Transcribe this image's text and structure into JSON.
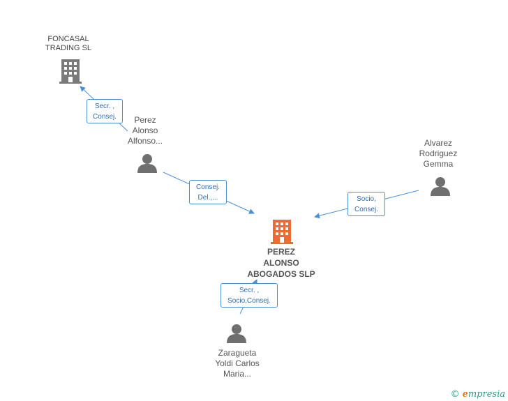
{
  "nodes": {
    "foncasal": {
      "label": "FONCASAL\nTRADING SL",
      "icon": "building-icon",
      "color": "#7a7a7a"
    },
    "perez_alonso": {
      "label": "Perez\nAlonso\nAlfonso...",
      "icon": "person-icon",
      "color": "#6f6f6f"
    },
    "alvarez": {
      "label": "Alvarez\nRodriguez\nGemma",
      "icon": "person-icon",
      "color": "#6f6f6f"
    },
    "center": {
      "label": "PEREZ\nALONSO\nABOGADOS SLP",
      "icon": "building-icon",
      "color": "#f06a35"
    },
    "zaragueta": {
      "label": "Zaragueta\nYoldi Carlos\nMaria...",
      "icon": "person-icon",
      "color": "#6f6f6f"
    }
  },
  "edges": {
    "perez_to_foncasal": {
      "label": "Secr. ,\nConsej."
    },
    "perez_to_center": {
      "label": "Consej.\nDel.,..."
    },
    "alvarez_to_center": {
      "label": "Socio,\nConsej."
    },
    "zaragueta_to_center": {
      "label": "Secr. ,\nSocio,Consej."
    }
  },
  "colors": {
    "edge": "#4a8fd4",
    "edge_text": "#2e6db4"
  },
  "footer": {
    "copyright": "©",
    "brand_initial": "e",
    "brand_rest": "mpresia"
  }
}
